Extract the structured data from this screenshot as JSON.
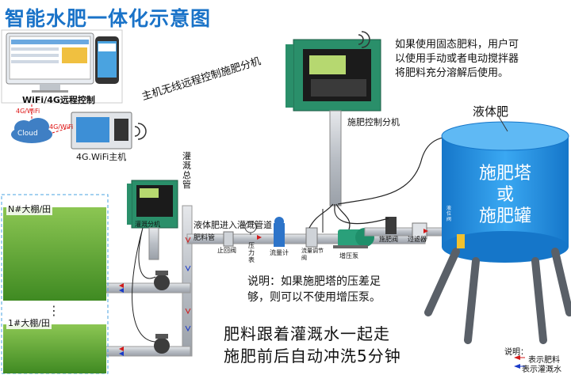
{
  "title": "智能水肥一体化示意图",
  "labels": {
    "remote": "WiFi/4G远程控制",
    "cloud": "Cloud",
    "wifi1": "4G/WiFi",
    "wifi2": "4G/WiFi",
    "host": "4G.WiFi主机",
    "wireless": "主机无线远程控制施肥分机",
    "sub_unit": "施肥控制分机",
    "irrig_unit": "灌溉分机",
    "main_pipe": "灌溉总管",
    "fert_pipe_in": "液体肥进入灌溉管道",
    "fert_pipe": "肥料管",
    "stop_valve": "止回阀",
    "pressure_gauge": "压力表",
    "flow_meter": "流量计",
    "flow_valve": "流量调节阀",
    "booster_pump": "增压泵",
    "fert_valve": "施肥阀",
    "filter": "过滤器",
    "liquid_fert": "液体肥",
    "level_gauge": "液位阀",
    "tank_line1": "施肥塔",
    "tank_line2": "或",
    "tank_line3": "施肥罐",
    "field_n": "N#大棚/田",
    "field_1": "1#大棚/田",
    "legend_title": "说明：",
    "legend_fert": "表示肥料",
    "legend_water": "表示灌溉水"
  },
  "notes": {
    "solid": [
      "如果使用固态肥料，用户可",
      "以使用手动或者电动搅拌器",
      "将肥料充分溶解后使用。"
    ],
    "pressure": [
      "说明：如果施肥塔的压差足",
      "够，则可以不使用增压泵。"
    ],
    "bottom": [
      "肥料跟着灌溉水一起走",
      "施肥前后自动冲洗5分钟"
    ]
  },
  "colors": {
    "title": "#1a73c8",
    "tank": "#1e90e6",
    "cabinet": "#2a8f6a",
    "pipe": "#c8ccd2",
    "arrow_fert": "#d11a1a",
    "arrow_water": "#1a3ac8",
    "field": "#4f9a2c"
  }
}
